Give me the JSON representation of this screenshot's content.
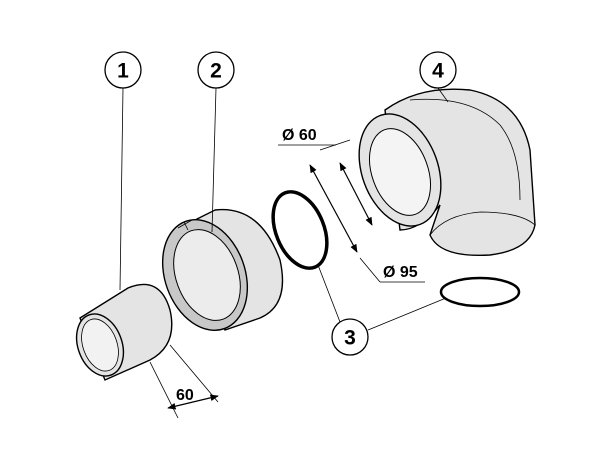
{
  "callouts": {
    "part1": "1",
    "part2": "2",
    "part3": "3",
    "part4": "4"
  },
  "dimensions": {
    "inner_diameter": "Ø 60",
    "outer_diameter": "Ø 95",
    "length": "60"
  }
}
